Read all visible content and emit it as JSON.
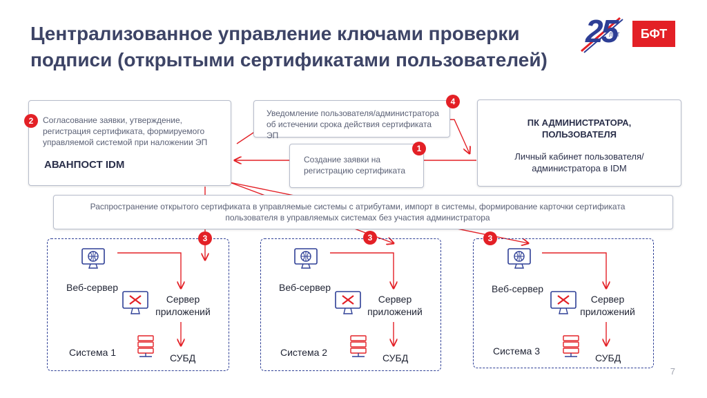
{
  "title": "Централизованное управление ключами проверки подписи (открытыми сертификатами пользователей)",
  "logo": {
    "number": "25",
    "sub": "ЛЕТ",
    "badge": "БФТ"
  },
  "colors": {
    "accent": "#e32026",
    "brand": "#2d3e95"
  },
  "avanpost": {
    "badge": "2",
    "text": "Согласование заявки, утверждение, регистрация сертификата, формируемого управляемой системой при наложении ЭП",
    "name": "АВАНПОСТ IDM"
  },
  "notification": {
    "badge": "4",
    "text": "Уведомление пользователя/администратора об истечении срока действия сертификата ЭП"
  },
  "request": {
    "badge": "1",
    "text": "Создание заявки на регистрацию сертификата"
  },
  "admin_pc": {
    "title": "ПК АДМИНИСТРАТОРА, ПОЛЬЗОВАТЕЛЯ",
    "subtitle": "Личный кабинет пользователя/администратора в IDM"
  },
  "distribution": {
    "text": "Распространение открытого сертификата в управляемые системы с атрибутами, импорт в системы, формирование карточки сертификата пользователя в управляемых системах без участия администратора"
  },
  "systems": [
    {
      "badge": "3",
      "web": "Веб-сервер",
      "app": "Сервер приложений",
      "db": "СУБД",
      "name": "Система 1"
    },
    {
      "badge": "3",
      "web": "Веб-сервер",
      "app": "Сервер приложений",
      "db": "СУБД",
      "name": "Система 2"
    },
    {
      "badge": "3",
      "web": "Веб-сервер",
      "app": "Сервер приложений",
      "db": "СУБД",
      "name": "Система 3"
    }
  ],
  "icons": {
    "web": "monitor-globe-icon",
    "app": "monitor-tools-icon",
    "db": "database-server-icon"
  },
  "page_number": "7"
}
